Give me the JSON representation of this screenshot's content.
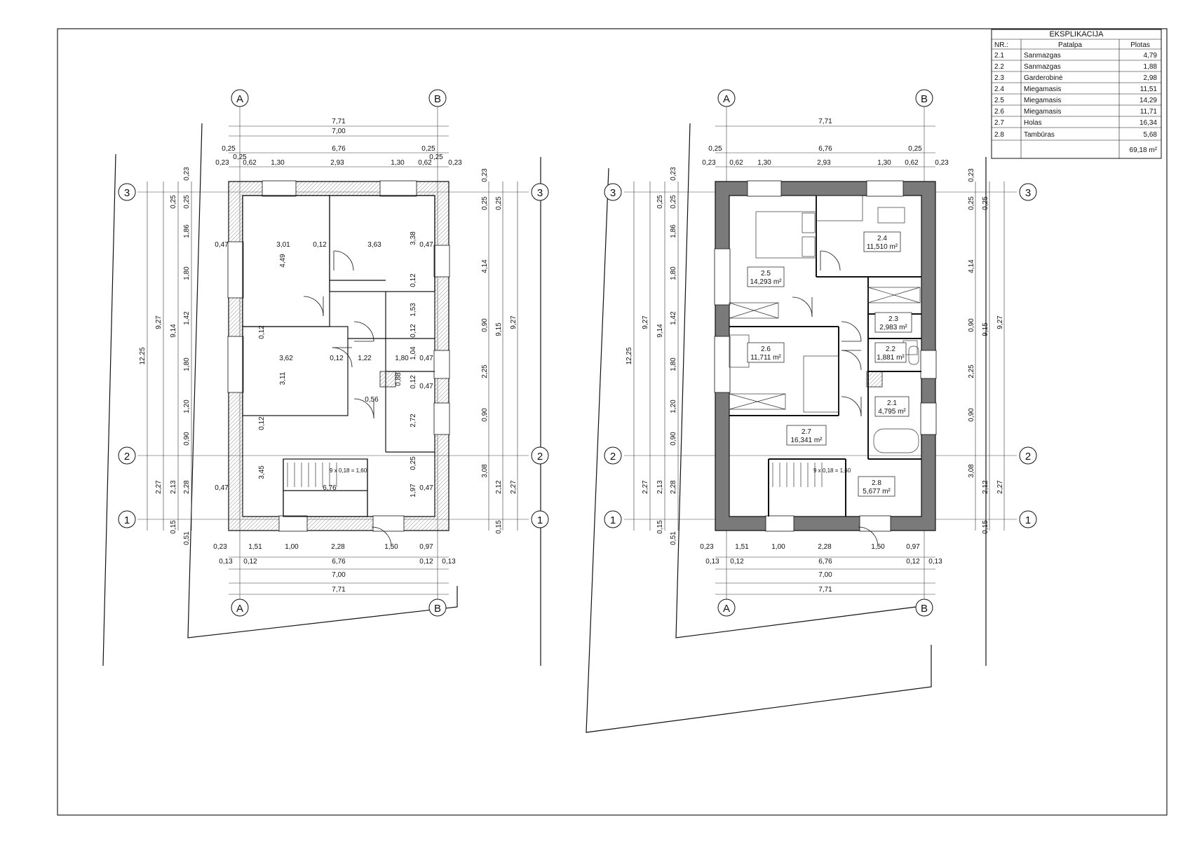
{
  "axes": {
    "letters": [
      "A",
      "B"
    ],
    "numbers": [
      "3",
      "2",
      "1"
    ]
  },
  "left_plan": {
    "top_dims": {
      "row1": [
        "7,71"
      ],
      "row2": [
        "7,00"
      ],
      "row3": [
        "0,25",
        "6,76",
        "0,25"
      ],
      "row4a": [
        "0,25",
        "0,25"
      ],
      "row4": [
        "0,23",
        "0,62",
        "1,30",
        "2,93",
        "1,30",
        "0,62",
        "0,23"
      ]
    },
    "bottom_dims": {
      "row1": [
        "0,23",
        "1,51",
        "1,00",
        "2,28",
        "1,50",
        "0,97"
      ],
      "row2": [
        "0,13",
        "0,12",
        "6,76",
        "0,12",
        "0,13"
      ],
      "row3": [
        "7,00"
      ],
      "row4": [
        "7,71"
      ]
    },
    "left_dims": {
      "outer": [
        "12,25"
      ],
      "mid1": [
        "9,27",
        "2,27"
      ],
      "mid2": [
        "9,14",
        "2,13"
      ],
      "inner": [
        "0,25",
        "1,86",
        "1,80",
        "1,42",
        "1,80",
        "1,20",
        "0,90",
        "2,28"
      ],
      "top_small": [
        "0,23",
        "0,25"
      ],
      "bottom_small": [
        "0,15",
        "0,51"
      ]
    },
    "right_dims": {
      "inner": [
        "0,25",
        "4,14",
        "0,90",
        "2,25",
        "0,90",
        "3,08"
      ],
      "mid": [
        "9,15",
        "2,12"
      ],
      "outer": [
        "9,27",
        "2,27"
      ],
      "top_small": [
        "0,23",
        "0,25"
      ],
      "bottom_small": [
        "0,15"
      ]
    },
    "inside_dims": [
      "0,47",
      "3,01",
      "0,12",
      "3,63",
      "4,49",
      "3,38",
      "0,47",
      "0,12",
      "1,53",
      "0,12",
      "0,12",
      "3,62",
      "0,12",
      "1,22",
      "1,80",
      "1,04",
      "0,47",
      "3,11",
      "0,88",
      "0,12",
      "0,47",
      "0,56",
      "2,72",
      "0,12",
      "3,45",
      "0,25",
      "0,47",
      "6,76",
      "1,97",
      "0,47"
    ],
    "stair_label": "9 x 0,18 = 1,60"
  },
  "right_plan": {
    "top_dims": {
      "row1": [
        "7,71"
      ],
      "row3": [
        "0,25",
        "6,76",
        "0,25"
      ],
      "row4": [
        "0,23",
        "0,62",
        "1,30",
        "2,93",
        "1,30",
        "0,62",
        "0,23"
      ]
    },
    "bottom_dims": {
      "row1": [
        "0,23",
        "1,51",
        "1,00",
        "2,28",
        "1,50",
        "0,97"
      ],
      "row2": [
        "0,13",
        "0,12",
        "6,76",
        "0,12",
        "0,13"
      ],
      "row3": [
        "7,00"
      ],
      "row4": [
        "7,71"
      ]
    },
    "left_dims": {
      "outer": [
        "12,25"
      ],
      "mid1": [
        "9,27",
        "2,27"
      ],
      "mid2": [
        "9,14",
        "2,13"
      ],
      "inner": [
        "0,25",
        "1,86",
        "1,80",
        "1,42",
        "1,80",
        "1,20",
        "0,90",
        "2,28"
      ],
      "top_small": [
        "0,23",
        "0,25"
      ],
      "bottom_small": [
        "0,15",
        "0,51"
      ]
    },
    "right_dims": {
      "inner": [
        "0,25",
        "4,14",
        "0,90",
        "2,25",
        "0,90",
        "3,08"
      ],
      "mid": [
        "9,15",
        "2,12"
      ],
      "outer": [
        "9,27",
        "2,27"
      ],
      "top_small": [
        "0,23",
        "0,25"
      ],
      "bottom_small": [
        "0,15"
      ]
    },
    "rooms": [
      {
        "no": "2.4",
        "area": "11,510 m²"
      },
      {
        "no": "2.5",
        "area": "14,293 m²"
      },
      {
        "no": "2.3",
        "area": "2,983 m²"
      },
      {
        "no": "2.6",
        "area": "11,711 m²"
      },
      {
        "no": "2.2",
        "area": "1,881 m²"
      },
      {
        "no": "2.1",
        "area": "4,795 m²"
      },
      {
        "no": "2.7",
        "area": "16,341 m²"
      },
      {
        "no": "2.8",
        "area": "5,677 m²"
      }
    ],
    "stair_label": "9 x 0,18 = 1,60"
  },
  "legend": {
    "title": "EKSPLIKACIJA",
    "headers": [
      "NR.:",
      "Patalpa",
      "Plotas"
    ],
    "rows": [
      [
        "2.1",
        "Sanmazgas",
        "4,79"
      ],
      [
        "2.2",
        "Sanmazgas",
        "1,88"
      ],
      [
        "2.3",
        "Garderobinė",
        "2,98"
      ],
      [
        "2.4",
        "Miegamasis",
        "11,51"
      ],
      [
        "2.5",
        "Miegamasis",
        "14,29"
      ],
      [
        "2.6",
        "Miegamasis",
        "11,71"
      ],
      [
        "2.7",
        "Holas",
        "16,34"
      ],
      [
        "2.8",
        "Tambūras",
        "5,68"
      ]
    ],
    "total": "69,18 m²"
  }
}
